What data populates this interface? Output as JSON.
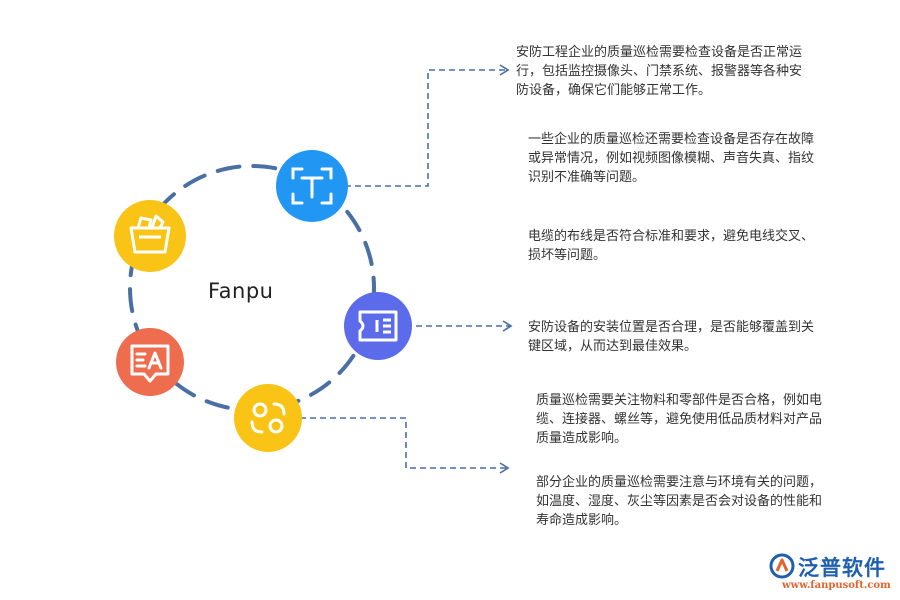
{
  "center_label": "Fanpu",
  "icons": [
    {
      "name": "text-scan-icon",
      "color": "#2196f3"
    },
    {
      "name": "basket-icon",
      "color": "#f9c415"
    },
    {
      "name": "ticket-list-icon",
      "color": "#5b6bea"
    },
    {
      "name": "translate-icon",
      "color": "#ee6d4e"
    },
    {
      "name": "link-icon",
      "color": "#f9c415"
    }
  ],
  "texts": [
    "安防工程企业的质量巡检需要检查设备是否正常运行，包括监控摄像头、门禁系统、报警器等各种安防设备，确保它们能够正常工作。",
    "一些企业的质量巡检还需要检查设备是否存在故障或异常情况，例如视频图像模糊、声音失真、指纹识别不准确等问题。",
    "电缆的布线是否符合标准和要求，避免电线交叉、损坏等问题。",
    "安防设备的安装位置是否合理，是否能够覆盖到关键区域，从而达到最佳效果。",
    "质量巡检需要关注物料和零部件是否合格，例如电缆、连接器、螺丝等，避免使用低品质材料对产品质量造成影响。",
    "部分企业的质量巡检需要注意与环境有关的问题，如温度、湿度、灰尘等因素是否会对设备的性能和寿命造成影响。"
  ],
  "logo": {
    "name": "泛普软件",
    "url": "www.fanpusoft.com"
  },
  "colors": {
    "ring": "#4a6fa5",
    "connector": "#4a6fa5"
  }
}
